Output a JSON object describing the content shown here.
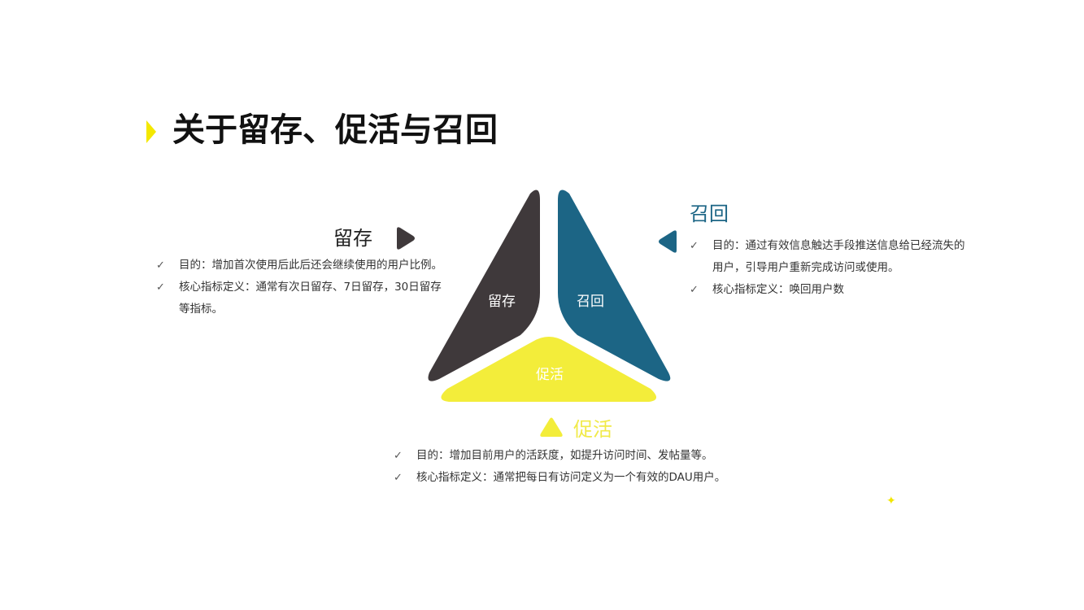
{
  "title": "关于留存、促活与召回",
  "colors": {
    "retention": "#3f393b",
    "recall": "#1c6585",
    "activation": "#f3ed3a",
    "accent_yellow": "#f4e800"
  },
  "diagram": {
    "retention_label": "留存",
    "recall_label": "召回",
    "activation_label": "促活"
  },
  "sections": {
    "retention": {
      "heading": "留存",
      "bullets": [
        "目的：增加首次使用后此后还会继续使用的用户比例。",
        "核心指标定义：通常有次日留存、7日留存，30日留存等指标。"
      ]
    },
    "recall": {
      "heading": "召回",
      "bullets": [
        "目的：通过有效信息触达手段推送信息给已经流失的用户，引导用户重新完成访问或使用。",
        "核心指标定义：唤回用户数"
      ]
    },
    "activation": {
      "heading": "促活",
      "bullets": [
        "目的：增加目前用户的活跃度，如提升访问时间、发帖量等。",
        "核心指标定义：通常把每日有访问定义为一个有效的DAU用户。"
      ]
    }
  },
  "icons": {
    "check": "✓",
    "star": "✦"
  }
}
